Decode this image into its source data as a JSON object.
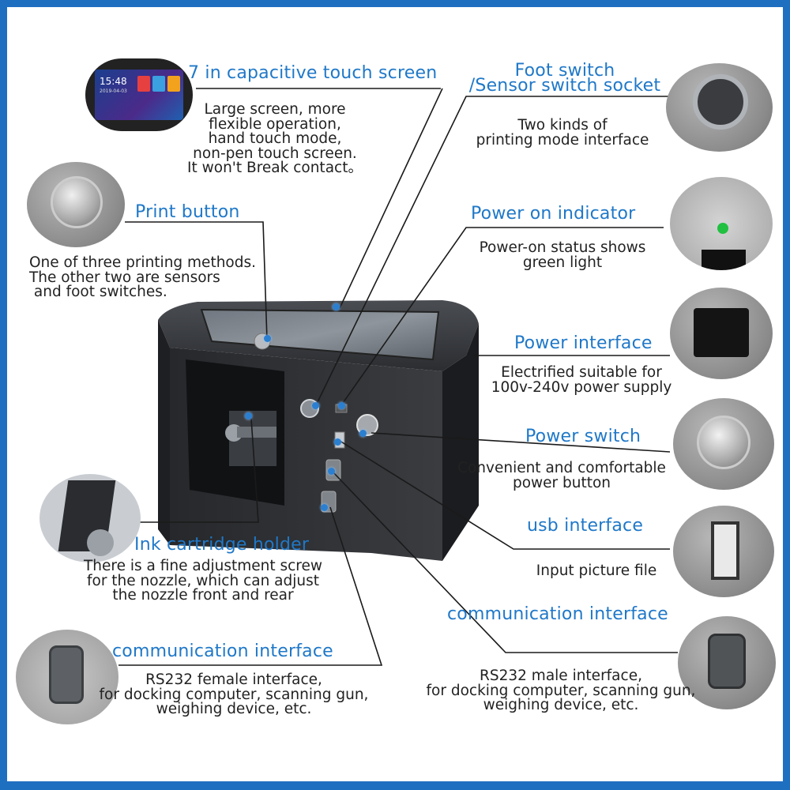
{
  "colors": {
    "frame": "#1f6fc1",
    "title": "#1f78c8",
    "text": "#222222",
    "device": "#2d2f33"
  },
  "screen_thumb": {
    "time": "15:48",
    "date": "2019-04-03"
  },
  "touch_screen": {
    "title": "7 in capacitive touch screen",
    "desc": "Large screen, more\nflexible operation,\nhand touch mode,\nnon-pen touch screen.\nIt won't Break contact。"
  },
  "print_button": {
    "title": "Print button",
    "desc": "One of three printing methods.\nThe other two are sensors\n and foot switches."
  },
  "ink_holder": {
    "title": "Ink cartridge holder",
    "desc": "There is a fine adjustment screw\nfor the nozzle, which can adjust\nthe nozzle front and rear"
  },
  "comm_left": {
    "title": "communication interface",
    "desc": "RS232 female interface,\nfor docking computer, scanning gun,\nweighing device, etc."
  },
  "foot_switch": {
    "title": "Foot switch\n/Sensor switch socket",
    "desc": "Two kinds of\nprinting mode interface"
  },
  "power_indicator": {
    "title": "Power on indicator",
    "desc": "Power-on status shows\ngreen light"
  },
  "power_interface": {
    "title": "Power interface",
    "desc": "Electrified suitable for\n100v-240v power supply"
  },
  "power_switch": {
    "title": "Power switch",
    "desc": "Convenient and comfortable\npower button"
  },
  "usb": {
    "title": "usb interface",
    "desc": "Input picture file"
  },
  "comm_right": {
    "title": "communication interface",
    "desc": "RS232 male interface,\nfor docking computer, scanning gun,\nweighing device, etc."
  }
}
